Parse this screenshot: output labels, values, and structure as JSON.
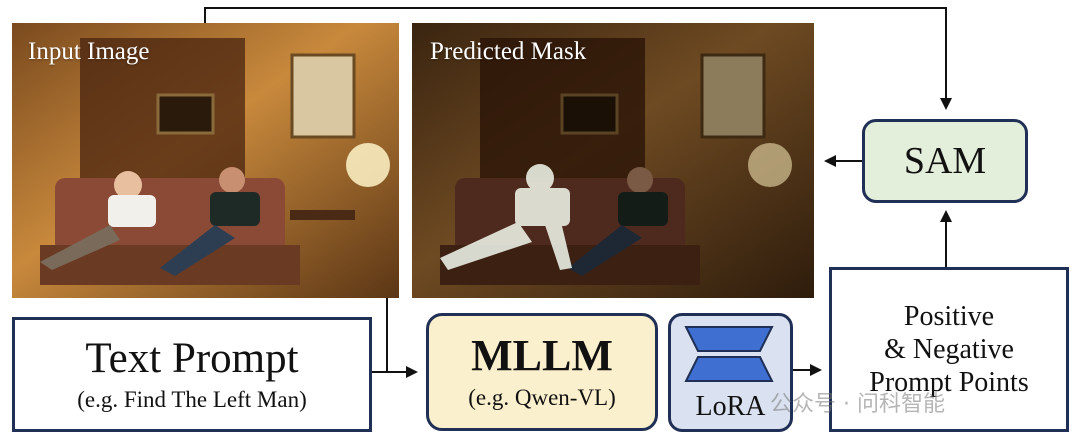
{
  "diagram": {
    "input_image": {
      "label": "Input Image"
    },
    "predicted_mask": {
      "label": "Predicted Mask"
    },
    "text_prompt": {
      "title": "Text Prompt",
      "example": "(e.g. Find The Left Man)"
    },
    "mllm": {
      "title": "MLLM",
      "example": "(e.g. Qwen-VL)"
    },
    "lora": {
      "label": "LoRA"
    },
    "prompt_points": {
      "line1": "Positive",
      "line2": "& Negative",
      "line3": "Prompt Points"
    },
    "sam": {
      "label": "SAM"
    },
    "watermark": "公众号 · 问科智能"
  },
  "colors": {
    "border": "#1f2f55",
    "mllm_fill": "#fbf0cd",
    "lora_fill": "#dae2f1",
    "lora_trapezoid": "#3f6fd0",
    "sam_fill": "#e3efda",
    "arrow": "#111111"
  }
}
